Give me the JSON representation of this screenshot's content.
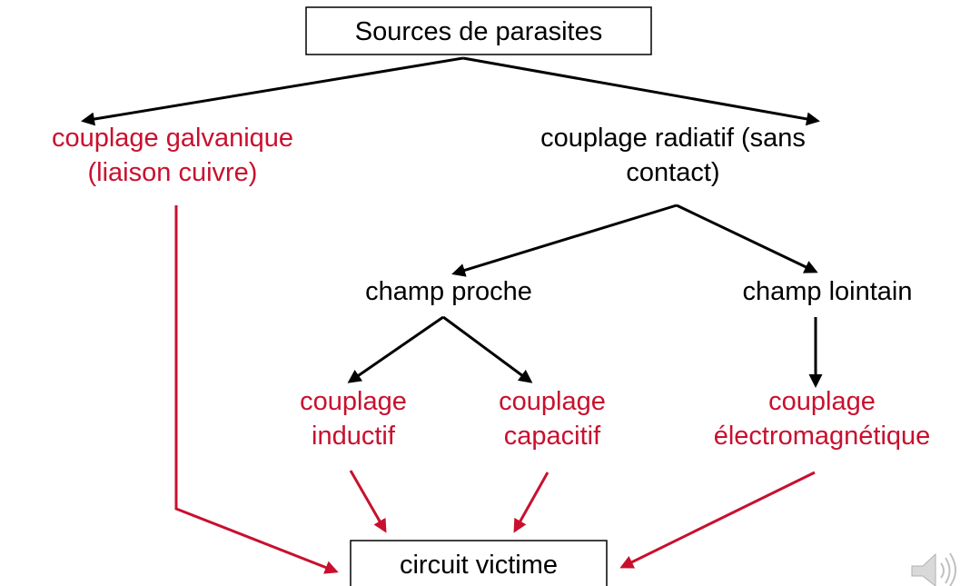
{
  "colors": {
    "text": "#000000",
    "accent": "#c8102e"
  },
  "nodes": {
    "sources": "Sources de parasites",
    "galvanique_line1": "couplage galvanique",
    "galvanique_line2": "(liaison cuivre)",
    "radiatif_line1": "couplage radiatif (sans",
    "radiatif_line2": "contact)",
    "champ_proche": "champ proche",
    "champ_lointain": "champ lointain",
    "inductif_line1": "couplage",
    "inductif_line2": "inductif",
    "capacitif_line1": "couplage",
    "capacitif_line2": "capacitif",
    "electro_line1": "couplage",
    "electro_line2": "électromagnétique",
    "victime": "circuit victime"
  },
  "icons": {
    "speaker": "speaker-icon"
  }
}
